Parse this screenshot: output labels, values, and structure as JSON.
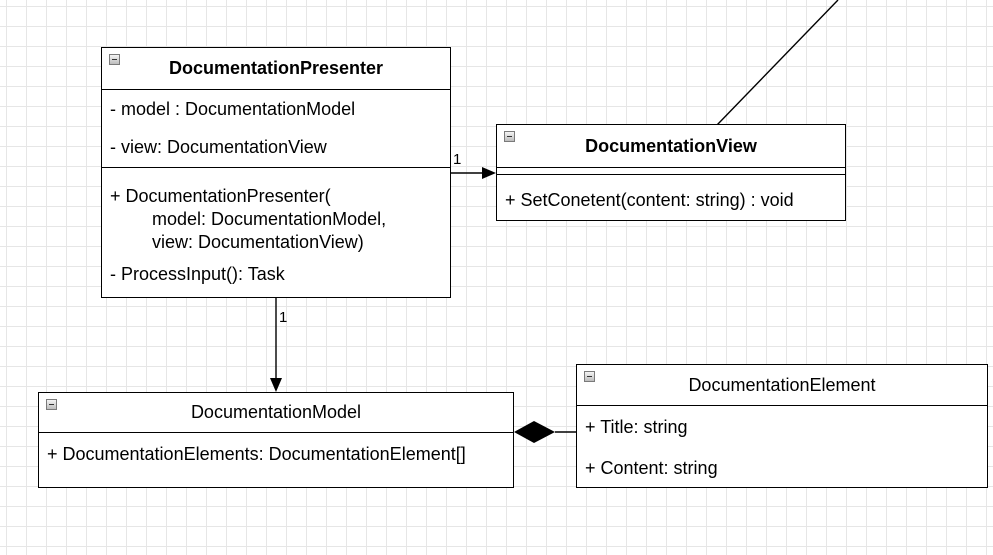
{
  "presenter": {
    "title": "DocumentationPresenter",
    "attributes": [
      "- model : DocumentationModel",
      "- view: DocumentationView"
    ],
    "constructor": [
      "+ DocumentationPresenter(",
      "model: DocumentationModel,",
      "view: DocumentationView)"
    ],
    "method": "- ProcessInput(): Task"
  },
  "view": {
    "title": "DocumentationView",
    "method": "+ SetConetent(content: string) : void"
  },
  "model": {
    "title": "DocumentationModel",
    "attribute": "+ DocumentationElements: DocumentationElement[]"
  },
  "element": {
    "title": "DocumentationElement",
    "attributes": [
      "+ Title: string",
      "+ Content: string"
    ]
  },
  "relations": {
    "presenter_view_multiplicity": "1",
    "presenter_model_multiplicity": "1"
  }
}
